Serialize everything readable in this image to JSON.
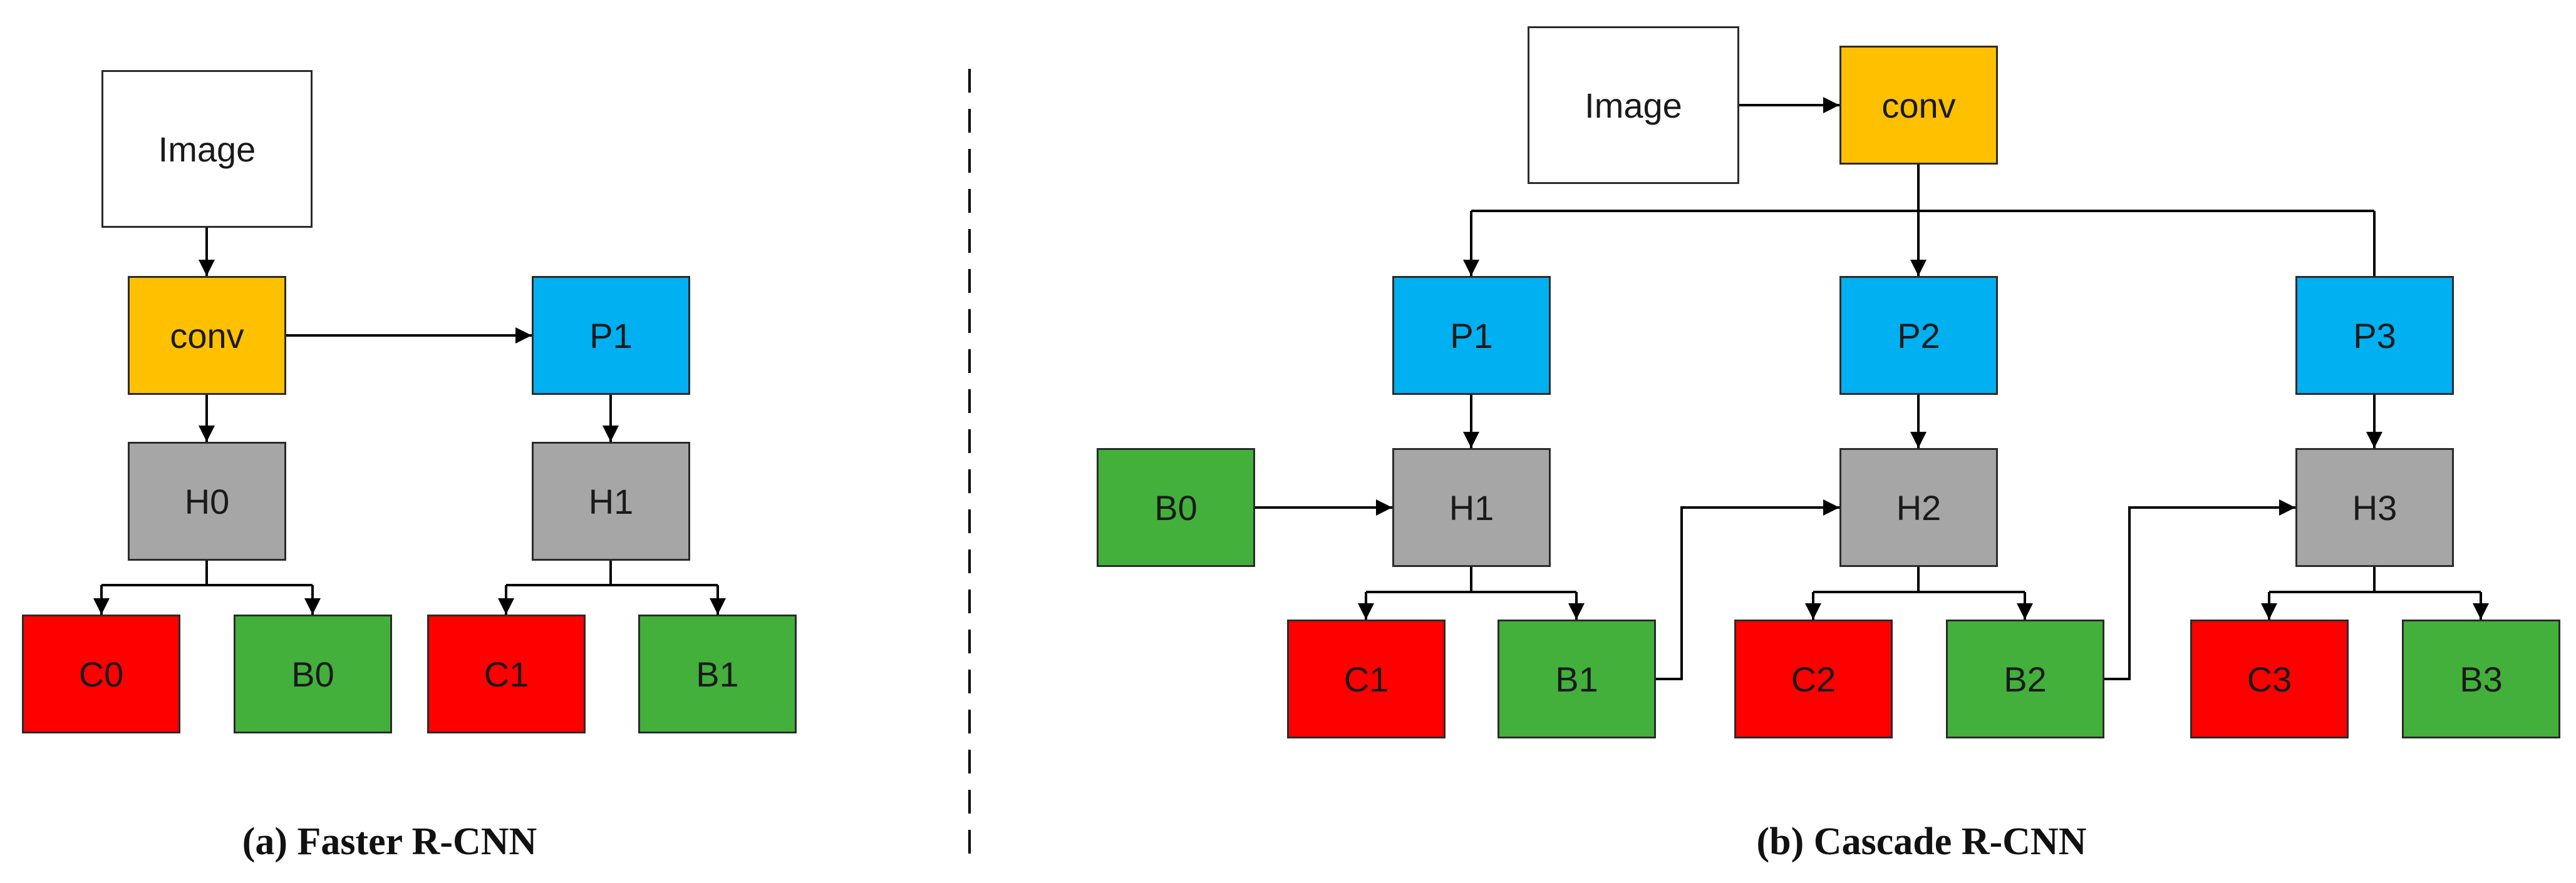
{
  "colors": {
    "image": "#ffffff",
    "conv": "#ffc000",
    "proposal": "#00b0f0",
    "head": "#a6a6a6",
    "class": "#ff0000",
    "box": "#43b03c",
    "line": "#000000"
  },
  "panel_a": {
    "caption": "(a) Faster R-CNN",
    "nodes": {
      "image": "Image",
      "conv": "conv",
      "p1": "P1",
      "h0": "H0",
      "h1": "H1",
      "c0": "C0",
      "b0": "B0",
      "c1": "C1",
      "b1": "B1"
    }
  },
  "panel_b": {
    "caption": "(b) Cascade R-CNN",
    "nodes": {
      "image": "Image",
      "conv": "conv",
      "p1": "P1",
      "p2": "P2",
      "p3": "P3",
      "b0": "B0",
      "h1": "H1",
      "h2": "H2",
      "h3": "H3",
      "c1": "C1",
      "b1": "B1",
      "c2": "C2",
      "b2": "B2",
      "c3": "C3",
      "b3": "B3"
    }
  }
}
